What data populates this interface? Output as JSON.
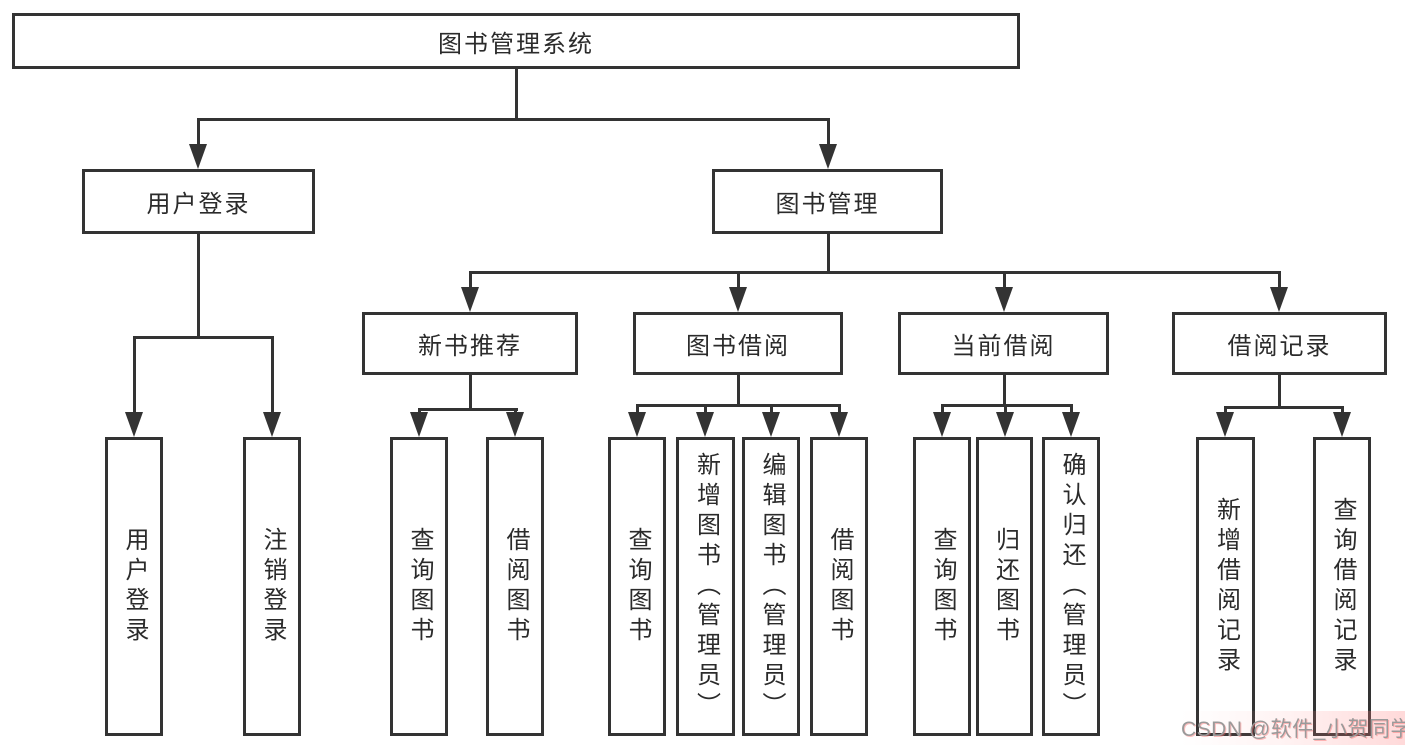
{
  "diagram_title": "图书管理系统",
  "colors": {
    "line": "#333333",
    "box_border": "#333333",
    "box_fill": "#ffffff",
    "text": "#2b2b2b",
    "watermark_text": "#9a9a9a",
    "watermark_accent": "#fa6e6e",
    "background": "#ffffff"
  },
  "tree": {
    "label": "图书管理系统",
    "children": [
      {
        "label": "用户登录",
        "children": [
          {
            "label": "用户登录"
          },
          {
            "label": "注销登录"
          }
        ]
      },
      {
        "label": "图书管理",
        "children": [
          {
            "label": "新书推荐",
            "children": [
              {
                "label": "查询图书"
              },
              {
                "label": "借阅图书"
              }
            ]
          },
          {
            "label": "图书借阅",
            "children": [
              {
                "label": "查询图书"
              },
              {
                "label": "新增图书（管理员）"
              },
              {
                "label": "编辑图书（管理员）"
              },
              {
                "label": "借阅图书"
              }
            ]
          },
          {
            "label": "当前借阅",
            "children": [
              {
                "label": "查询图书"
              },
              {
                "label": "归还图书"
              },
              {
                "label": "确认归还（管理员）"
              }
            ]
          },
          {
            "label": "借阅记录",
            "children": [
              {
                "label": "新增借阅记录"
              },
              {
                "label": "查询借阅记录"
              }
            ]
          }
        ]
      }
    ]
  },
  "watermark": {
    "text": "CSDN @软件_小贺同学"
  }
}
